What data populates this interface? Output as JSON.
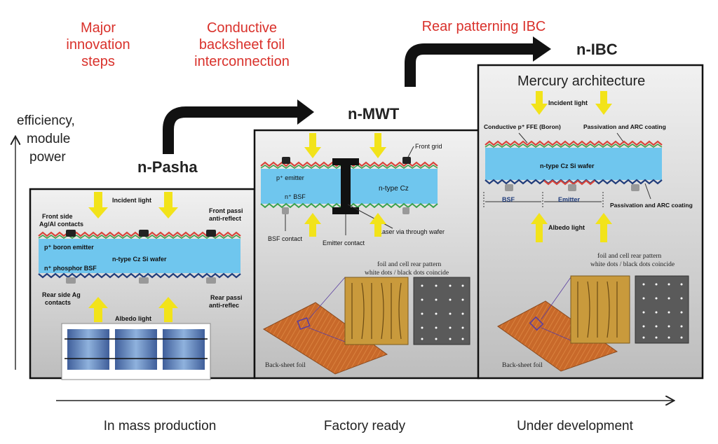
{
  "innovation": {
    "major_steps": [
      "Major",
      "innovation",
      "steps"
    ],
    "conductive": [
      "Conductive",
      "backsheet foil",
      "interconnection"
    ],
    "rear_patterning": "Rear patterning IBC"
  },
  "axis": {
    "y_label": [
      "efficiency,",
      "module",
      "power"
    ],
    "stages": [
      "In mass production",
      "Factory ready",
      "Under development"
    ]
  },
  "panels": {
    "pasha": {
      "title": "n-Pasha",
      "incident_light": "Incident light",
      "front_contacts": [
        "Front side",
        "Ag/Al contacts"
      ],
      "front_passivation": [
        "Front passi",
        "anti-reflect"
      ],
      "boron_emitter": "p⁺ boron emitter",
      "wafer": "n-type Cz Si wafer",
      "phosphor_bsf": "n⁺ phosphor BSF",
      "rear_contacts": [
        "Rear side Ag",
        "contacts"
      ],
      "rear_passivation": [
        "Rear passi",
        "anti-reflec"
      ],
      "albedo_light": "Albedo light"
    },
    "mwt": {
      "title": "n-MWT",
      "front_grid": "Front grid",
      "p_emitter": "p⁺ emitter",
      "n_type": "n-type Cz",
      "n_bsf": "n⁺ BSF",
      "laser_via": "Laser via through wafer",
      "bsf_contact": "BSF contact",
      "emitter_contact": "Emitter contact",
      "foil_pattern": [
        "foil and cell rear pattern",
        "white dots / black dots coincide"
      ],
      "backsheet": "Back-sheet foil"
    },
    "ibc": {
      "title": "n-IBC",
      "architecture": "Mercury architecture",
      "incident_light": "Incident light",
      "conductive_ffe": "Conductive p⁺ FFE (Boron)",
      "passivation_top": "Passivation and ARC coating",
      "wafer": "n-type Cz Si wafer",
      "bsf": "BSF",
      "emitter": "Emitter",
      "passivation_bottom": "Passivation and ARC coating",
      "albedo_light": "Albedo light",
      "foil_pattern": [
        "foil and cell rear pattern",
        "white dots / black dots coincide"
      ],
      "backsheet": "Back-sheet foil"
    }
  },
  "colors": {
    "red": "#d9312b",
    "wafer_blue": "#6fc6ee",
    "light_yellow": "#f2e31a",
    "zigzag_red": "#d8443a",
    "zigzag_green": "#39a04a",
    "zigzag_navy": "#1f3b7a",
    "foil_orange": "#c8692a"
  }
}
